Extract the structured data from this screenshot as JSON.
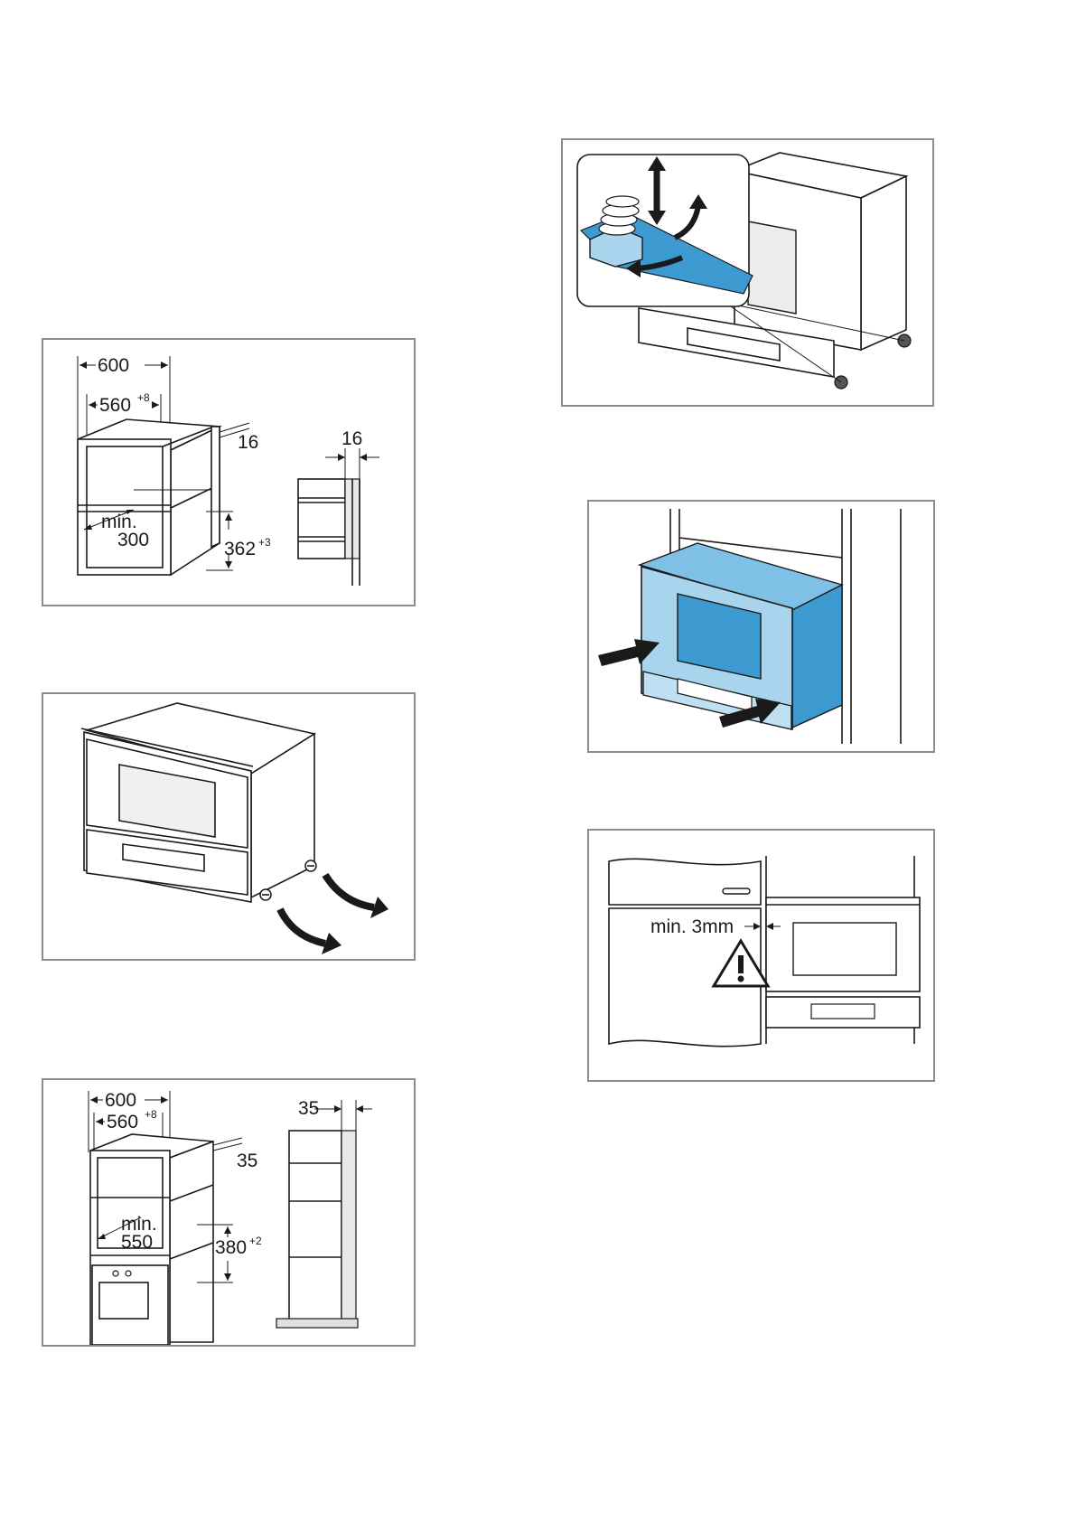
{
  "figure1": {
    "dim_width": "600",
    "dim_inner": "560",
    "dim_inner_tol": "+8",
    "dim_panel": "16",
    "dim_min_label": "min.",
    "dim_min_value": "300",
    "dim_height": "362",
    "dim_height_tol": "+3",
    "side_dim": "16"
  },
  "figure2": {},
  "figure3": {
    "dim_width": "600",
    "dim_inner": "560",
    "dim_inner_tol": "+8",
    "dim_panel": "35",
    "dim_min_label": "min.",
    "dim_min_value": "550",
    "dim_height": "380",
    "dim_height_tol": "+2",
    "side_dim": "35"
  },
  "figure4": {},
  "figure5": {},
  "figure6": {
    "gap_label": "min. 3mm"
  },
  "colors": {
    "accent_blue": "#3d9ad1",
    "light_blue": "#a9d4ee",
    "frame_gray": "#8c8c8c"
  }
}
